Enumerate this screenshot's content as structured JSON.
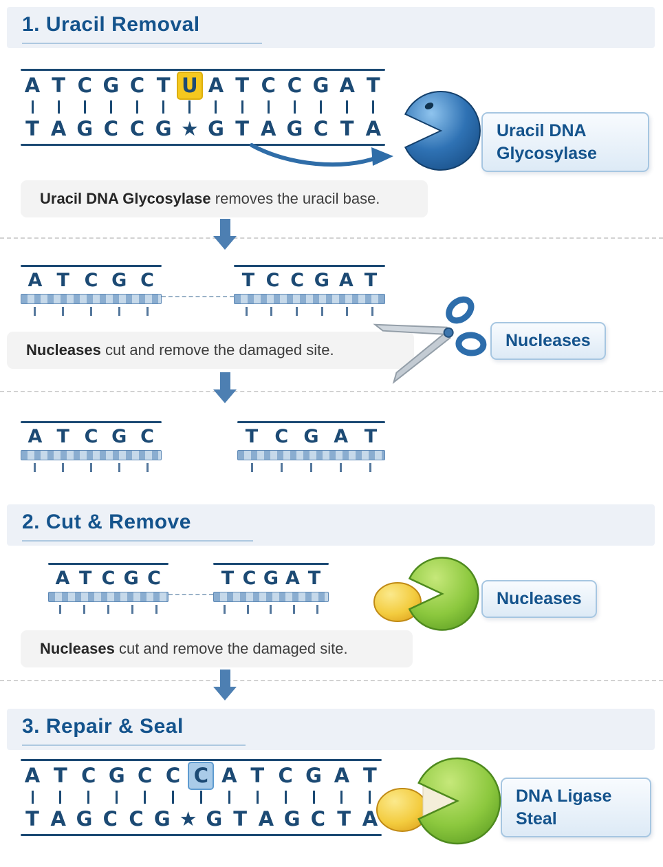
{
  "colors": {
    "dna_text": "#1c4a74",
    "accent_blue": "#2f6da8",
    "highlight_yellow": "#f4c81f",
    "highlight_blue": "#a9cbe8",
    "enzyme_blue": "#2f72b4",
    "enzyme_green": "#7cbc3a",
    "enzyme_yellow": "#f3cc3f"
  },
  "section1": {
    "header": "1. Uracil Removal",
    "duplex": {
      "top": [
        "A",
        "T",
        "C",
        "G",
        "C",
        "T",
        "U",
        "A",
        "T",
        "C",
        "C",
        "G",
        "A",
        "T"
      ],
      "top_highlight": {
        "index": 6,
        "color": "yellow"
      },
      "bottom": [
        "T",
        "A",
        "G",
        "C",
        "C",
        "G",
        "★",
        "G",
        "T",
        "A",
        "G",
        "C",
        "T",
        "A"
      ]
    },
    "glycosylase": {
      "icon": "pacman-blue-icon",
      "label_lines": [
        "Uracil DNA",
        "Glycosylase"
      ]
    },
    "caption1": {
      "bold": "Uracil DNA Glycosylase",
      "rest": " removes the uracil base."
    },
    "cut_strand": {
      "left": [
        "A",
        "T",
        "C",
        "G",
        "C"
      ],
      "right": [
        "T",
        "C",
        "C",
        "G",
        "A",
        "T"
      ]
    },
    "nucleases": {
      "icon": "scissors-icon",
      "label": "Nucleases"
    },
    "caption2": {
      "bold": "Nucleases",
      "rest": " cut and remove the damaged site."
    },
    "separated_strand": {
      "left": [
        "A",
        "T",
        "C",
        "G",
        "C"
      ],
      "right": [
        "T",
        "C",
        "G",
        "A",
        "T"
      ]
    }
  },
  "section2": {
    "header": "2. Cut & Remove",
    "cut_strand": {
      "left": [
        "A",
        "T",
        "C",
        "G",
        "C"
      ],
      "right": [
        "T",
        "C",
        "G",
        "A",
        "T"
      ]
    },
    "nucleases": {
      "icon": "pacman-green-icon",
      "label": "Nucleases"
    },
    "caption": {
      "bold": "Nucleases",
      "rest": " cut and remove the damaged site."
    }
  },
  "section3": {
    "header": "3. Repair & Seal",
    "duplex": {
      "top": [
        "A",
        "T",
        "C",
        "G",
        "C",
        "C",
        "C",
        "A",
        "T",
        "C",
        "G",
        "A",
        "T"
      ],
      "top_highlight": {
        "index": 6,
        "color": "blue"
      },
      "bottom": [
        "T",
        "A",
        "G",
        "C",
        "C",
        "G",
        "★",
        "G",
        "T",
        "A",
        "G",
        "C",
        "T",
        "A"
      ]
    },
    "ligase": {
      "icon": "pacman-green-icon",
      "label_lines": [
        "DNA Ligase",
        "Steal"
      ]
    }
  }
}
